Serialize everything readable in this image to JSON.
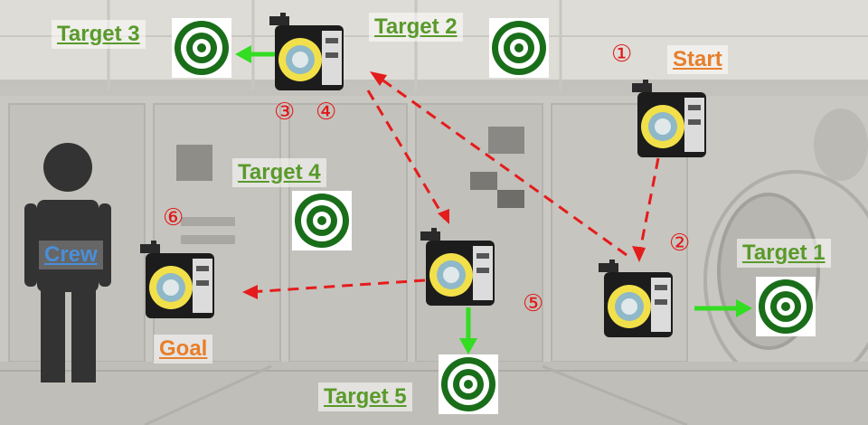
{
  "targets": {
    "t1": "Target 1",
    "t2": "Target 2",
    "t3": "Target 3",
    "t4": "Target 4",
    "t5": "Target 5"
  },
  "labels": {
    "start": "Start",
    "goal": "Goal",
    "crew": "Crew"
  },
  "steps": {
    "s1": "①",
    "s2": "②",
    "s3": "③",
    "s4": "④",
    "s5": "⑤",
    "s6": "⑥"
  },
  "colors": {
    "label_green": "#5a9a2a",
    "label_orange": "#e87e2a",
    "label_blue": "#4a8ed8",
    "step_red": "#e01818",
    "path_red": "#e51c1c",
    "arrow_green": "#33dd22",
    "target_green": "#1a6e1a",
    "crew_dark": "#333333"
  },
  "icons": [
    "target-icon",
    "robot-icon",
    "crew-person-icon"
  ]
}
